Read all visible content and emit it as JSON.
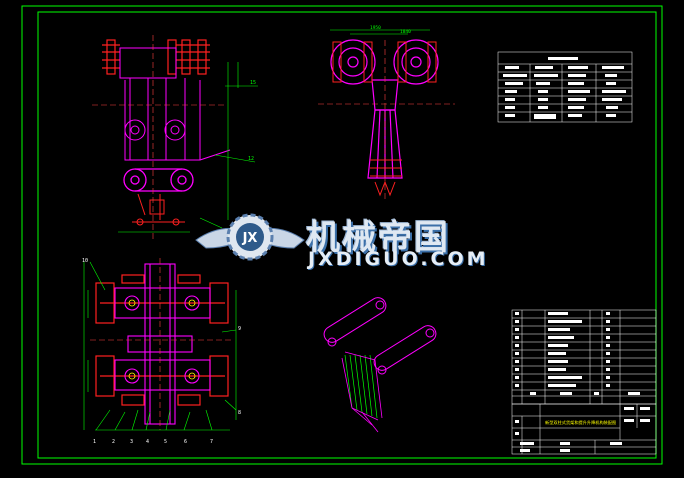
{
  "watermark": {
    "title": "机械帝国",
    "domain": "JXDIGUO.COM",
    "logo_letters": "JX"
  },
  "drawing": {
    "dimensions": {
      "top_right_1": "1950",
      "top_right_2": "1840"
    },
    "callouts": [
      "15",
      "12",
      "10",
      "9",
      "8",
      "1",
      "2",
      "3",
      "4",
      "5",
      "6",
      "7"
    ],
    "title_block_caption": "新型双柱式货架和提升升降机构装配图"
  },
  "colors": {
    "background": "#000000",
    "frame": "#00ff00",
    "part": "#ff00ff",
    "accent_red": "#ff2020",
    "center_line": "#ff4040",
    "dimension": "#00ff00",
    "white": "#ffffff",
    "yellow": "#ffff00"
  }
}
